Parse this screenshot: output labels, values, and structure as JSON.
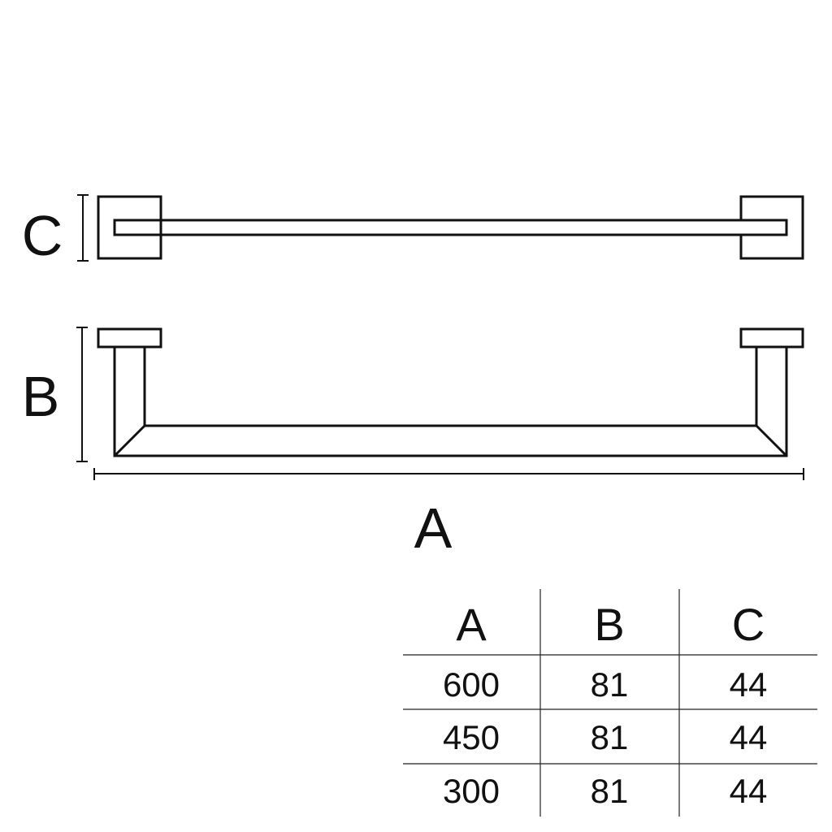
{
  "diagram": {
    "dimension_labels": {
      "a": "A",
      "b": "B",
      "c": "C"
    },
    "views": [
      "top-view",
      "front-view"
    ]
  },
  "table": {
    "headers": [
      "A",
      "B",
      "C"
    ],
    "rows": [
      [
        "600",
        "81",
        "44"
      ],
      [
        "450",
        "81",
        "44"
      ],
      [
        "300",
        "81",
        "44"
      ]
    ]
  }
}
